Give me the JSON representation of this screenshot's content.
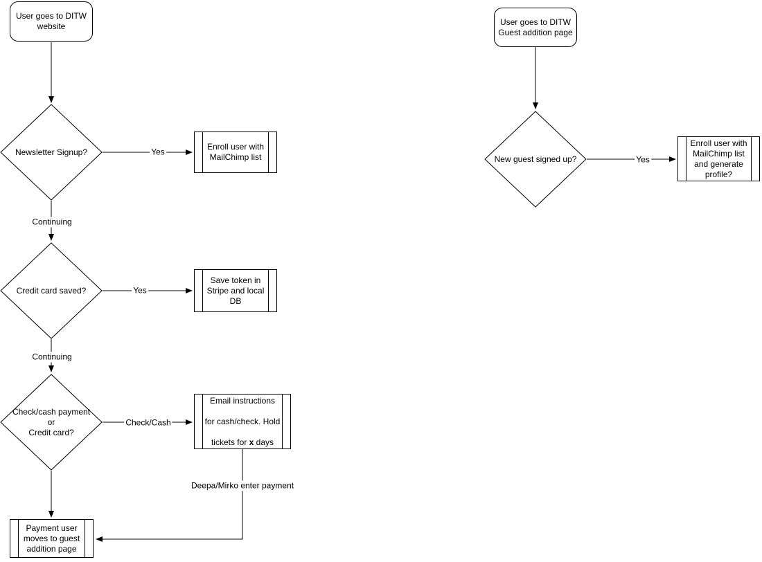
{
  "colors": {
    "stroke": "#000000",
    "shape_fill": "#ffffff",
    "text": "#000000",
    "background": "#ffffff"
  },
  "left_flow": {
    "start": "User goes to DITW\nwebsite",
    "decision_newsletter": "Newsletter Signup?",
    "process_enroll_mailchimp": "Enroll user with\nMailChimp list",
    "decision_credit_card": "Credit card saved?",
    "process_save_token": "Save token in\nStripe and local\nDB",
    "decision_payment_method": "Check/cash payment\nor\nCredit card?",
    "process_email_instructions": {
      "line1": "Email instructions",
      "line2": "for cash/check. Hold",
      "line3_pre": "tickets for ",
      "line3_bold": "x",
      "line3_post": " days"
    },
    "terminal_payment_user": "Payment user\nmoves to guest\naddition page"
  },
  "right_flow": {
    "start": "User goes to DITW\nGuest addition page",
    "decision_new_guest": "New guest signed up?",
    "process_enroll_profile": "Enroll user with\nMailChimp list\nand generate\nprofile?"
  },
  "edge_labels": {
    "newsletter_yes": "Yes",
    "continuing_1": "Continuing",
    "credit_yes": "Yes",
    "continuing_2": "Continuing",
    "check_cash": "Check/Cash",
    "deepa_mirko": "Deepa/Mirko enter payment",
    "guest_yes": "Yes"
  }
}
